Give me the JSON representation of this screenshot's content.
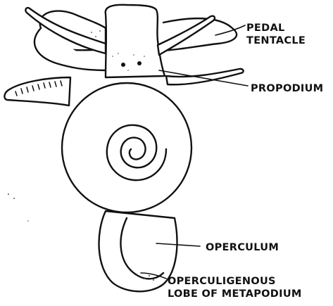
{
  "diagram": {
    "labels": {
      "pedal_tentacle_line1": "PEDAL",
      "pedal_tentacle_line2": "TENTACLE",
      "propodium": "PROPODIUM",
      "operculum": "OPERCULUM",
      "operculigenous_line1": "OPERCULIGENOUS",
      "operculigenous_line2": "LOBE OF METAPODIUM"
    }
  }
}
